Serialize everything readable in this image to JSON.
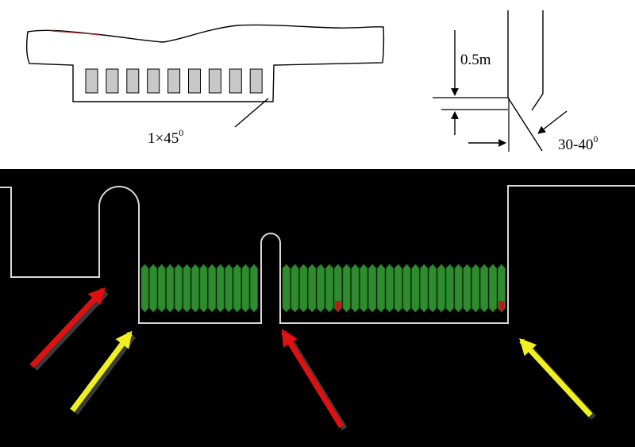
{
  "top_left": {
    "label": "1×45",
    "label_sup": "0",
    "slot_count": 9
  },
  "top_right": {
    "dim_label": "0.5m",
    "angle_label": "30-40",
    "angle_sup": "0"
  },
  "bottom": {
    "left_block_count": 14,
    "right_block_count": 26,
    "red_tipped_blocks_right": [
      6,
      25
    ]
  },
  "colors": {
    "top_background": "#ffffff",
    "bottom_background": "#000000",
    "outline_bottom": "#d8d8d8",
    "slot_fill": "#c8c8c8",
    "block_fill": "#2e8b2e",
    "block_edge": "#1f6a1f",
    "red_tip": "#c01818",
    "arrow_red": "#e01010",
    "arrow_yellow": "#f0f020"
  }
}
